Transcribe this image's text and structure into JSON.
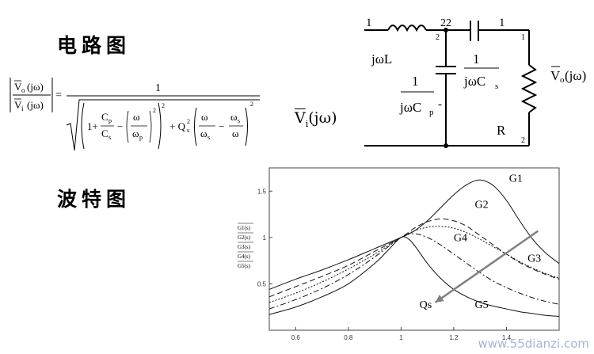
{
  "headings": {
    "circuit": "电路图",
    "bode": "波特图"
  },
  "formula": {
    "lhs_num": "V",
    "lhs_num_sub": "o",
    "lhs_num_arg": "(jω)",
    "lhs_den": "V",
    "lhs_den_sub": "i",
    "lhs_den_arg": "(jω)",
    "equals": "=",
    "one": "1",
    "one_plus": "1+",
    "cp": "C",
    "cp_sub": "p",
    "cs": "C",
    "cs_sub": "s",
    "omega": "ω",
    "omega_p": "ω",
    "omega_p_sub": "p",
    "omega_s": "ω",
    "omega_s_sub": "s",
    "minus": "−",
    "square": "2",
    "q": "+ Q",
    "q_sub": "s",
    "q_sup": "2"
  },
  "circuit": {
    "vin_label": "V",
    "vin_sub": "i",
    "vin_arg": "(jω)",
    "vout_label": "V",
    "vout_sub": "o",
    "vout_arg": "(jω)",
    "inductor_label": "jωL",
    "cs_num": "1",
    "cs_den": "jωC",
    "cs_den_sub": "s",
    "cp_num": "1",
    "cp_den": "jωC",
    "cp_den_sub": "p",
    "resistor_label": "R",
    "pin_in": "1",
    "pin_node": "22",
    "pin_node_side": "2",
    "pin_out": "1",
    "pin_r_top": "1",
    "pin_r_bottom": "2",
    "cap_minus": "-"
  },
  "chart_data": {
    "type": "line",
    "title": "",
    "xlabel": "",
    "ylabel_lines": [
      "G1(s)",
      "G2(s)",
      "G3(s)",
      "G4(s)",
      "G5(s)"
    ],
    "xlim": [
      0.5,
      1.6
    ],
    "ylim": [
      0,
      1.75
    ],
    "xticks": [
      "0.6",
      "0.8",
      "1",
      "1.2",
      "1.4"
    ],
    "xtick_values": [
      0.6,
      0.8,
      1.0,
      1.2,
      1.4
    ],
    "yticks": [
      "0.5",
      "1",
      "1.5"
    ],
    "ytick_values": [
      0.5,
      1.0,
      1.5
    ],
    "series": [
      {
        "name": "G1",
        "dash": "solid",
        "x": [
          0.5,
          0.6,
          0.7,
          0.8,
          0.9,
          1.0,
          1.05,
          1.1,
          1.15,
          1.2,
          1.25,
          1.3,
          1.35,
          1.4,
          1.45,
          1.5,
          1.55,
          1.6
        ],
        "y": [
          0.44,
          0.55,
          0.65,
          0.76,
          0.88,
          1.0,
          1.07,
          1.18,
          1.32,
          1.46,
          1.57,
          1.62,
          1.56,
          1.4,
          1.18,
          0.98,
          0.83,
          0.72
        ]
      },
      {
        "name": "G2",
        "dash": "dash",
        "x": [
          0.5,
          0.6,
          0.7,
          0.8,
          0.9,
          1.0,
          1.05,
          1.1,
          1.15,
          1.2,
          1.25,
          1.3,
          1.35,
          1.4,
          1.45,
          1.5,
          1.55,
          1.6
        ],
        "y": [
          0.36,
          0.47,
          0.58,
          0.7,
          0.85,
          1.0,
          1.1,
          1.17,
          1.2,
          1.18,
          1.12,
          1.02,
          0.92,
          0.82,
          0.73,
          0.66,
          0.6,
          0.55
        ]
      },
      {
        "name": "G3",
        "dash": "dot",
        "x": [
          0.5,
          0.6,
          0.7,
          0.8,
          0.9,
          1.0,
          1.05,
          1.1,
          1.15,
          1.2,
          1.25,
          1.3,
          1.35,
          1.4,
          1.45,
          1.5,
          1.55,
          1.6
        ],
        "y": [
          0.3,
          0.4,
          0.52,
          0.66,
          0.82,
          1.0,
          1.07,
          1.11,
          1.12,
          1.1,
          1.05,
          0.98,
          0.9,
          0.82,
          0.74,
          0.67,
          0.61,
          0.56
        ]
      },
      {
        "name": "G4",
        "dash": "dashdot",
        "x": [
          0.5,
          0.6,
          0.7,
          0.8,
          0.9,
          1.0,
          1.05,
          1.1,
          1.15,
          1.2,
          1.25,
          1.3,
          1.35,
          1.4,
          1.45,
          1.5,
          1.55,
          1.6
        ],
        "y": [
          0.23,
          0.33,
          0.45,
          0.6,
          0.79,
          1.0,
          1.04,
          1.0,
          0.92,
          0.82,
          0.72,
          0.62,
          0.53,
          0.46,
          0.4,
          0.35,
          0.31,
          0.28
        ]
      },
      {
        "name": "G5",
        "dash": "solid",
        "x": [
          0.5,
          0.6,
          0.7,
          0.8,
          0.9,
          0.95,
          1.0,
          1.03,
          1.06,
          1.1,
          1.15,
          1.2,
          1.25,
          1.3,
          1.35,
          1.4,
          1.45,
          1.5,
          1.55,
          1.6
        ],
        "y": [
          0.17,
          0.25,
          0.36,
          0.5,
          0.72,
          0.86,
          1.0,
          0.98,
          0.88,
          0.72,
          0.56,
          0.44,
          0.36,
          0.3,
          0.26,
          0.23,
          0.2,
          0.18,
          0.16,
          0.15
        ]
      }
    ],
    "annotation": {
      "text": "Qs",
      "from": [
        1.52,
        1.07
      ],
      "to": [
        1.13,
        0.3
      ]
    },
    "curve_labels": [
      {
        "text": "G1",
        "x": 1.41,
        "y": 1.6
      },
      {
        "text": "G2",
        "x": 1.28,
        "y": 1.32
      },
      {
        "text": "G4",
        "x": 1.2,
        "y": 0.96
      },
      {
        "text": "G3",
        "x": 1.48,
        "y": 0.74
      },
      {
        "text": "G5",
        "x": 1.28,
        "y": 0.24
      },
      {
        "text": "Qs",
        "x": 1.07,
        "y": 0.24
      }
    ]
  },
  "watermark": "www.55dianzi.com",
  "colors": {
    "arrow": "#808080",
    "axis": "#444444",
    "watermark": "#a7b3d3"
  }
}
